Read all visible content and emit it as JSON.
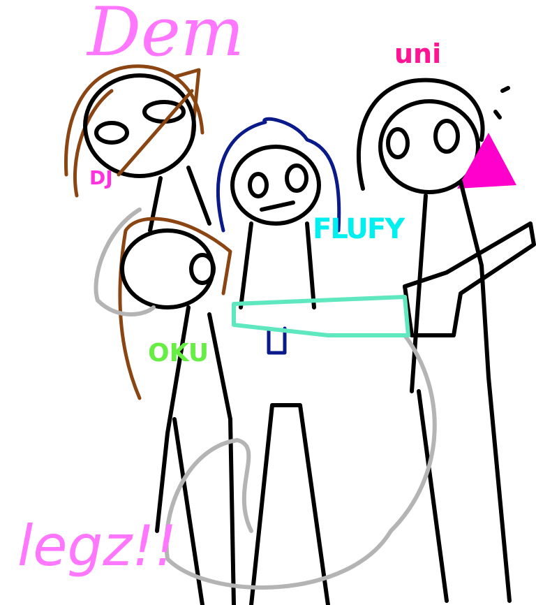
{
  "title": "Dem",
  "footer": "legz!!",
  "characters": [
    {
      "name": "DJ",
      "color": "#ff33dd"
    },
    {
      "name": "uni",
      "color": "#ff1493"
    },
    {
      "name": "FLUFY",
      "color": "#00f0f0"
    },
    {
      "name": "OKU",
      "color": "#66ee44"
    }
  ],
  "colors": {
    "title": "#ff77ff",
    "hair_brown": "#8b4513",
    "hair_blue": "#0a1a8a",
    "tail_gray": "#b4b4b4",
    "arm_mint": "#5fe8bf",
    "uni_accent": "#ff00cc"
  }
}
